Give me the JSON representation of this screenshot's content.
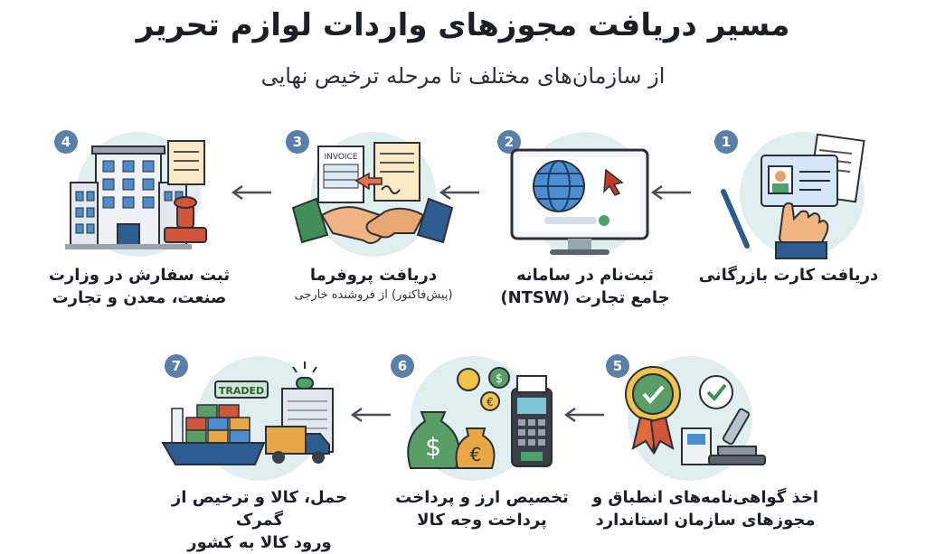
{
  "title": "مسیر دریافت مجوزهای واردات لوازم تحریر",
  "subtitle": "از سازمان‌های مختلف تا مرحله ترخیص نهایی",
  "steps": [
    {
      "number": "1",
      "label": "دریافت کارت بازرگانی",
      "icon": "merchant-card-hand-icon"
    },
    {
      "number": "2",
      "label_line1": "ثبت‌نام در سامانه",
      "label_line2": "جامع تجارت (NTSW)",
      "icon": "computer-globe-icon"
    },
    {
      "number": "3",
      "label_line1": "دریافت پروفرما",
      "label_small": "(پیش‌فاکتور) از فروشنده خارجی",
      "icon": "invoice-handshake-icon",
      "invoice_text": "INVOICE"
    },
    {
      "number": "4",
      "label_line1": "ثبت سفارش در وزارت",
      "label_line2": "صنعت، معدن و تجارت",
      "icon": "ministry-building-stamp-icon"
    },
    {
      "number": "5",
      "label_line1": "اخذ گواهی‌نامه‌های انطباق و",
      "label_line2": "مجوزهای سازمان استاندارد",
      "icon": "standard-certificate-icon"
    },
    {
      "number": "6",
      "label_line1": "تخصیص ارز و پرداخت",
      "label_line2": "پرداخت وجه کالا",
      "icon": "currency-payment-icon"
    },
    {
      "number": "7",
      "label_line1": "حمل، کالا و ترخیص از گمرک",
      "label_line2": "ورود کالا به کشور",
      "icon": "ship-truck-customs-icon",
      "traded_text": "TRADED"
    }
  ],
  "colors": {
    "badge": "#5a7fa8",
    "circle": "#e1eef0",
    "arrow": "#4a4f57"
  }
}
